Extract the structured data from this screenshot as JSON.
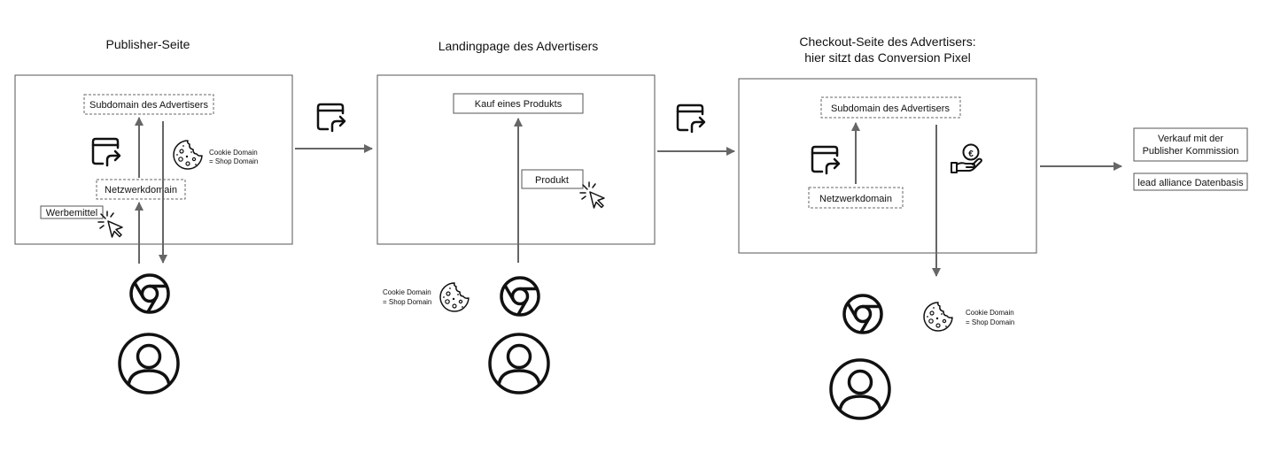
{
  "stage1": {
    "title": "Publisher-Seite",
    "subdomain": "Subdomain des Advertisers",
    "network": "Netzwerkdomain",
    "ad": "Werbemittel",
    "cookie_line1": "Cookie Domain",
    "cookie_line2": "= Shop Domain"
  },
  "stage2": {
    "title": "Landingpage des Advertisers",
    "purchase": "Kauf eines Produkts",
    "product": "Produkt",
    "cookie_line1": "Cookie Domain",
    "cookie_line2": "= Shop Domain"
  },
  "stage3": {
    "title_line1": "Checkout-Seite des Advertisers:",
    "title_line2": "hier sitzt das Conversion Pixel",
    "subdomain": "Subdomain des Advertisers",
    "network": "Netzwerkdomain",
    "cookie_line1": "Cookie Domain",
    "cookie_line2": "= Shop Domain",
    "currency_symbol": "€"
  },
  "result": {
    "sale_line1": "Verkauf mit der",
    "sale_line2": "Publisher Kommission",
    "database": "lead alliance Datenbasis"
  },
  "icons": [
    "redirect-icon",
    "cookie-icon",
    "click-cursor-icon",
    "chrome-browser-icon",
    "user-icon",
    "euro-hand-icon"
  ]
}
